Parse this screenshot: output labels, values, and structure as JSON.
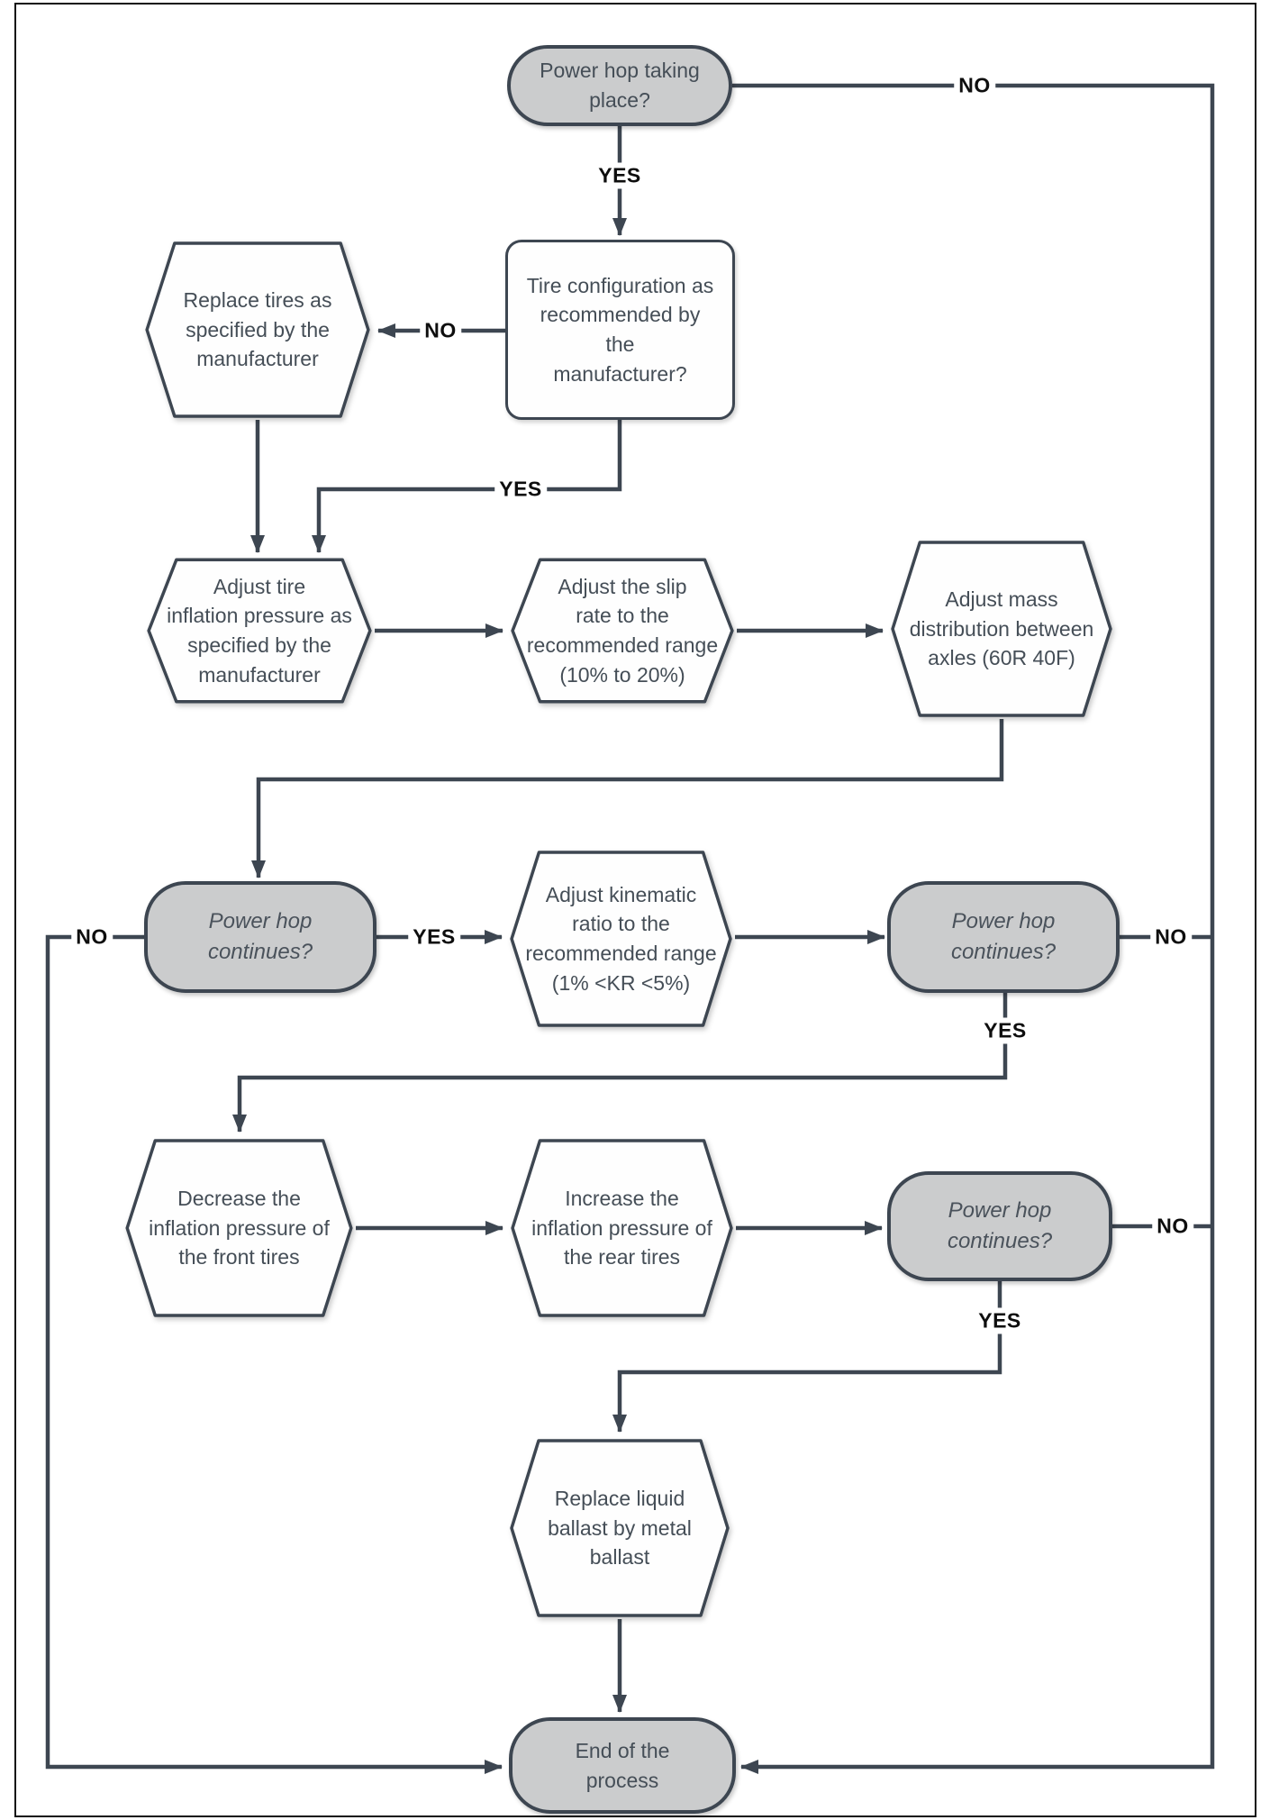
{
  "diagram": {
    "type": "flowchart",
    "nodes": {
      "start": {
        "shape": "terminator",
        "label": "Power hop taking\nplace?"
      },
      "tire_config": {
        "shape": "rectangle",
        "label": "Tire configuration as\nrecommended by the\nmanufacturer?"
      },
      "replace_tires": {
        "shape": "hexagon",
        "label": "Replace tires as\nspecified by the\nmanufacturer"
      },
      "adjust_inflation": {
        "shape": "hexagon",
        "label": "Adjust tire\ninflation pressure as\nspecified by the\nmanufacturer"
      },
      "adjust_slip": {
        "shape": "hexagon",
        "label": "Adjust the slip\nrate to the\nrecommended range\n(10% to 20%)"
      },
      "adjust_mass": {
        "shape": "hexagon",
        "label": "Adjust mass\ndistribution between\naxles (60R 40F)"
      },
      "power_hop_1": {
        "shape": "terminator",
        "label": "Power hop\ncontinues?"
      },
      "adjust_kinematic": {
        "shape": "hexagon",
        "label": "Adjust kinematic\nratio to the\nrecommended range\n(1% <KR <5%)"
      },
      "power_hop_2": {
        "shape": "terminator",
        "label": "Power hop\ncontinues?"
      },
      "decrease_front": {
        "shape": "hexagon",
        "label": "Decrease the\ninflation pressure of\nthe front tires"
      },
      "increase_rear": {
        "shape": "hexagon",
        "label": "Increase the\ninflation pressure of\nthe rear tires"
      },
      "power_hop_3": {
        "shape": "terminator",
        "label": "Power hop\ncontinues?"
      },
      "replace_ballast": {
        "shape": "hexagon",
        "label": "Replace liquid\nballast by metal\nballast"
      },
      "end": {
        "shape": "terminator",
        "label": "End of the\nprocess"
      }
    },
    "edges": [
      {
        "from": "start",
        "to": "end",
        "label": "NO"
      },
      {
        "from": "start",
        "to": "tire_config",
        "label": "YES"
      },
      {
        "from": "tire_config",
        "to": "replace_tires",
        "label": "NO"
      },
      {
        "from": "tire_config",
        "to": "adjust_inflation",
        "label": "YES"
      },
      {
        "from": "replace_tires",
        "to": "adjust_inflation",
        "label": ""
      },
      {
        "from": "adjust_inflation",
        "to": "adjust_slip",
        "label": ""
      },
      {
        "from": "adjust_slip",
        "to": "adjust_mass",
        "label": ""
      },
      {
        "from": "adjust_mass",
        "to": "power_hop_1",
        "label": ""
      },
      {
        "from": "power_hop_1",
        "to": "end",
        "label": "NO"
      },
      {
        "from": "power_hop_1",
        "to": "adjust_kinematic",
        "label": "YES"
      },
      {
        "from": "adjust_kinematic",
        "to": "power_hop_2",
        "label": ""
      },
      {
        "from": "power_hop_2",
        "to": "end",
        "label": "NO"
      },
      {
        "from": "power_hop_2",
        "to": "decrease_front",
        "label": "YES"
      },
      {
        "from": "decrease_front",
        "to": "increase_rear",
        "label": ""
      },
      {
        "from": "increase_rear",
        "to": "power_hop_3",
        "label": ""
      },
      {
        "from": "power_hop_3",
        "to": "end",
        "label": "NO"
      },
      {
        "from": "power_hop_3",
        "to": "replace_ballast",
        "label": "YES"
      },
      {
        "from": "replace_ballast",
        "to": "end",
        "label": ""
      }
    ],
    "colors": {
      "line": "#3d4651",
      "node_border": "#3d4651",
      "decision_fill": "#cbcccd",
      "process_fill": "#fefefe",
      "node_text": "#454e57",
      "edge_label_text": "#0e0e0e",
      "background": "#ffffff"
    }
  }
}
